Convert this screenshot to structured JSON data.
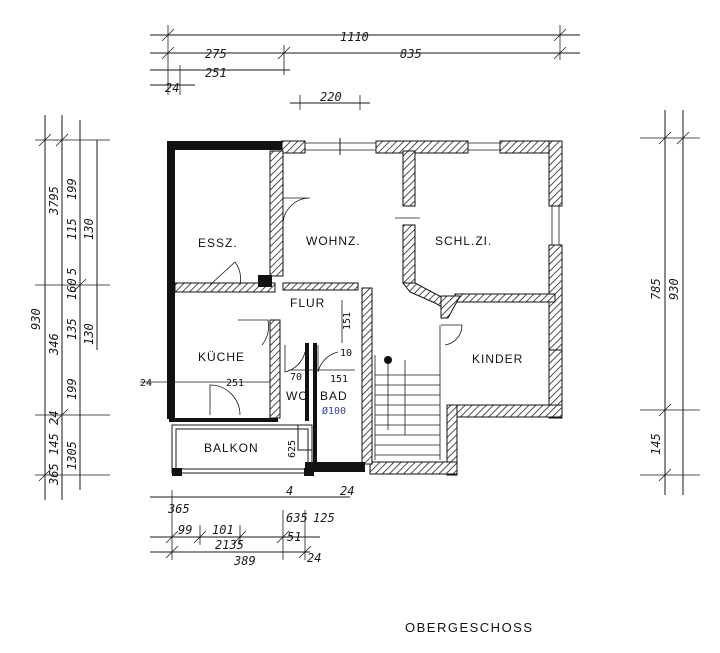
{
  "colors": {
    "ink": "#1a1a1a",
    "note_blue": "#2a3f9a",
    "paper": "#ffffff"
  },
  "title": "OBERGESCHOSS",
  "rooms": {
    "essz": "ESSZ.",
    "wohnz": "WOHNZ.",
    "schlz": "SCHL.ZI.",
    "flur": "FLUR",
    "kueche": "KÜCHE",
    "kinder": "KINDER",
    "wc": "WC",
    "bad": "BAD",
    "balkon": "BALKON"
  },
  "dims": {
    "top_total": "1110",
    "top_left": "275",
    "top_right": "835",
    "top_inner": "251",
    "top_wall": "24",
    "top_mid": "220",
    "left_total": "930",
    "left_a": "3795",
    "left_b": "199",
    "left_c": "115",
    "left_d": "130",
    "left_e": "5",
    "left_f": "160",
    "left_g": "346",
    "left_h": "135",
    "left_i": "130",
    "left_j": "199",
    "left_k": "24",
    "left_l": "145",
    "left_m": "1305",
    "left_n": "365",
    "right_total": "930",
    "right_a": "785",
    "right_b": "145",
    "kueche_w": "251",
    "wall_24_left": "24",
    "flur_151": "151",
    "flur_10": "10",
    "wc_70": "70",
    "bad_151": "151",
    "bad_note": "Ø100",
    "bot_a": "365",
    "bot_b": "99",
    "bot_c": "101",
    "bot_d": "2135",
    "bot_e": "635",
    "bot_f": "125",
    "bot_g": "51",
    "bot_h": "389",
    "bot_i": "24",
    "bot_j": "24",
    "bot_k": "4",
    "balkon_62": "625"
  }
}
